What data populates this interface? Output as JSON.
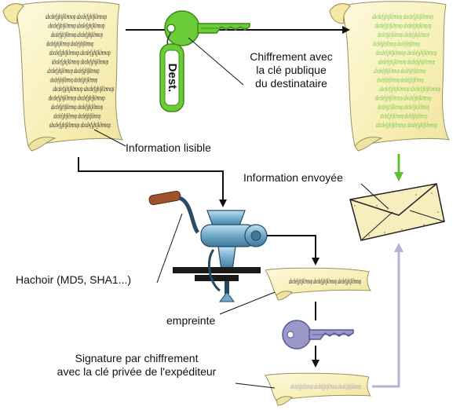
{
  "diagram": {
    "labels": {
      "encryption_line1": "Chiffrement avec",
      "encryption_line2": "la clé publique",
      "encryption_line3": "du destinataire",
      "readable_info": "Information lisible",
      "sent_info": "Information envoyée",
      "hasher": "Hachoir (MD5, SHA1...)",
      "fingerprint": "empreinte",
      "signature_line1": "Signature par chiffrement",
      "signature_line2": "avec la clé privée de l'expéditeur"
    },
    "key_tag": "Dest.",
    "scroll_text": "abcdefghijklmnop",
    "colors": {
      "public_key": "#6ccc38",
      "private_key": "#9a98c8",
      "encrypted_text": "#6cc840",
      "plain_text": "#1a1a1a",
      "signature_arrow": "#b8b0d8",
      "green_arrow": "#5cc030",
      "parchment": "#fbf4c4",
      "grinder": "#6fa8c8"
    }
  }
}
